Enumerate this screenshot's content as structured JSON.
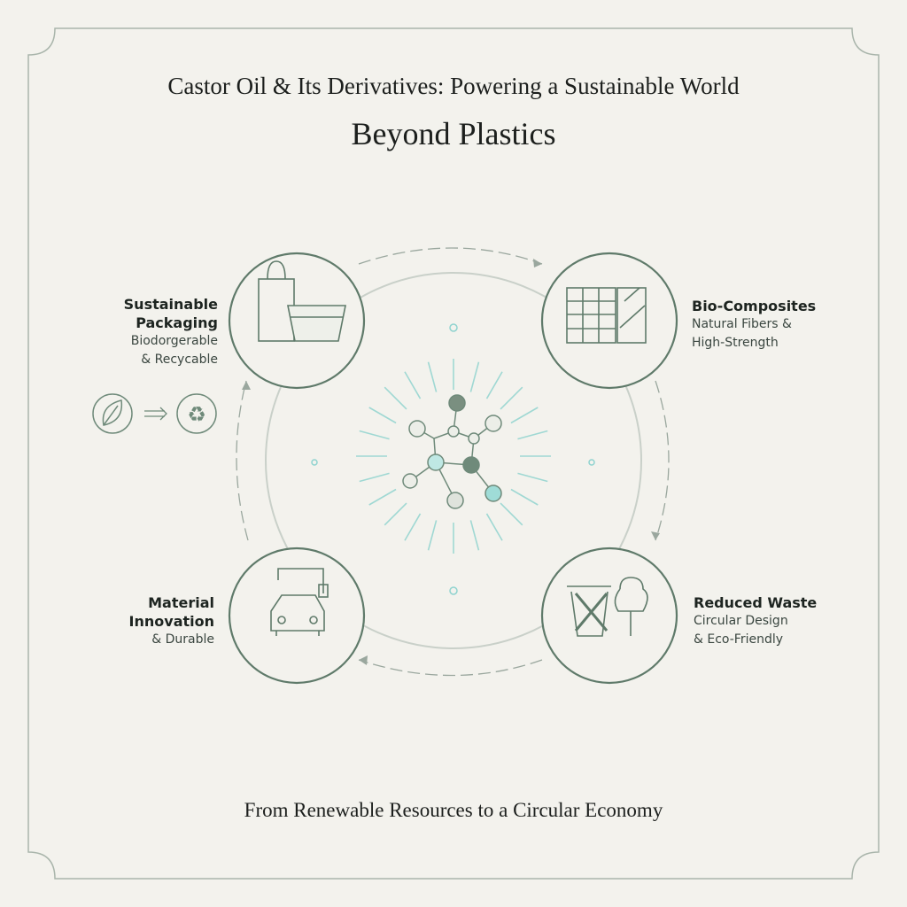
{
  "title": "Castor Oil & Its Derivatives: Powering a Sustainable World",
  "subtitle": "Beyond Plastics",
  "footer": "From Renewable Resources to a Circular Economy",
  "nodes": [
    {
      "title": "Sustainable Packaging",
      "line1": "Sustainable",
      "line2": "Packaging",
      "sub1": "Biodorgerable",
      "sub2": "& Recycable",
      "icon": "shopping-bag-container-icon"
    },
    {
      "title": "Bio-Composites",
      "sub1": "Natural Fibers &",
      "sub2": "High-Strength",
      "icon": "fiber-panel-icon"
    },
    {
      "title": "Material Innovation",
      "line1": "Material",
      "line2": "Innovation",
      "sub1": "& Durable",
      "icon": "car-icon"
    },
    {
      "title": "Reduced Waste",
      "sub1": "Circular Design",
      "sub2": "& Eco-Friendly",
      "icon": "trash-tree-icon"
    }
  ],
  "colors": {
    "background": "#f3f2ed",
    "stroke": "#5f7a6a",
    "accent": "#8fd3cf",
    "text": "#1c1f1d"
  }
}
